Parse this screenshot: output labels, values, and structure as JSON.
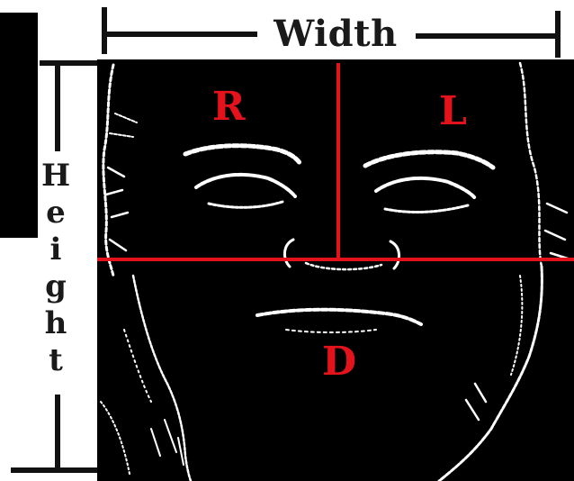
{
  "diagram": {
    "dimensions": {
      "width_label": "Width",
      "height_label": [
        "H",
        "e",
        "i",
        "g",
        "h",
        "t"
      ]
    },
    "regions": {
      "right": "R",
      "left": "L",
      "lower": "D"
    },
    "colors": {
      "dimension_lines": "#111111",
      "region_lines": "#e4131b",
      "region_labels": "#e4131b",
      "face_background": "#000000",
      "edge_strokes": "#ffffff"
    }
  }
}
